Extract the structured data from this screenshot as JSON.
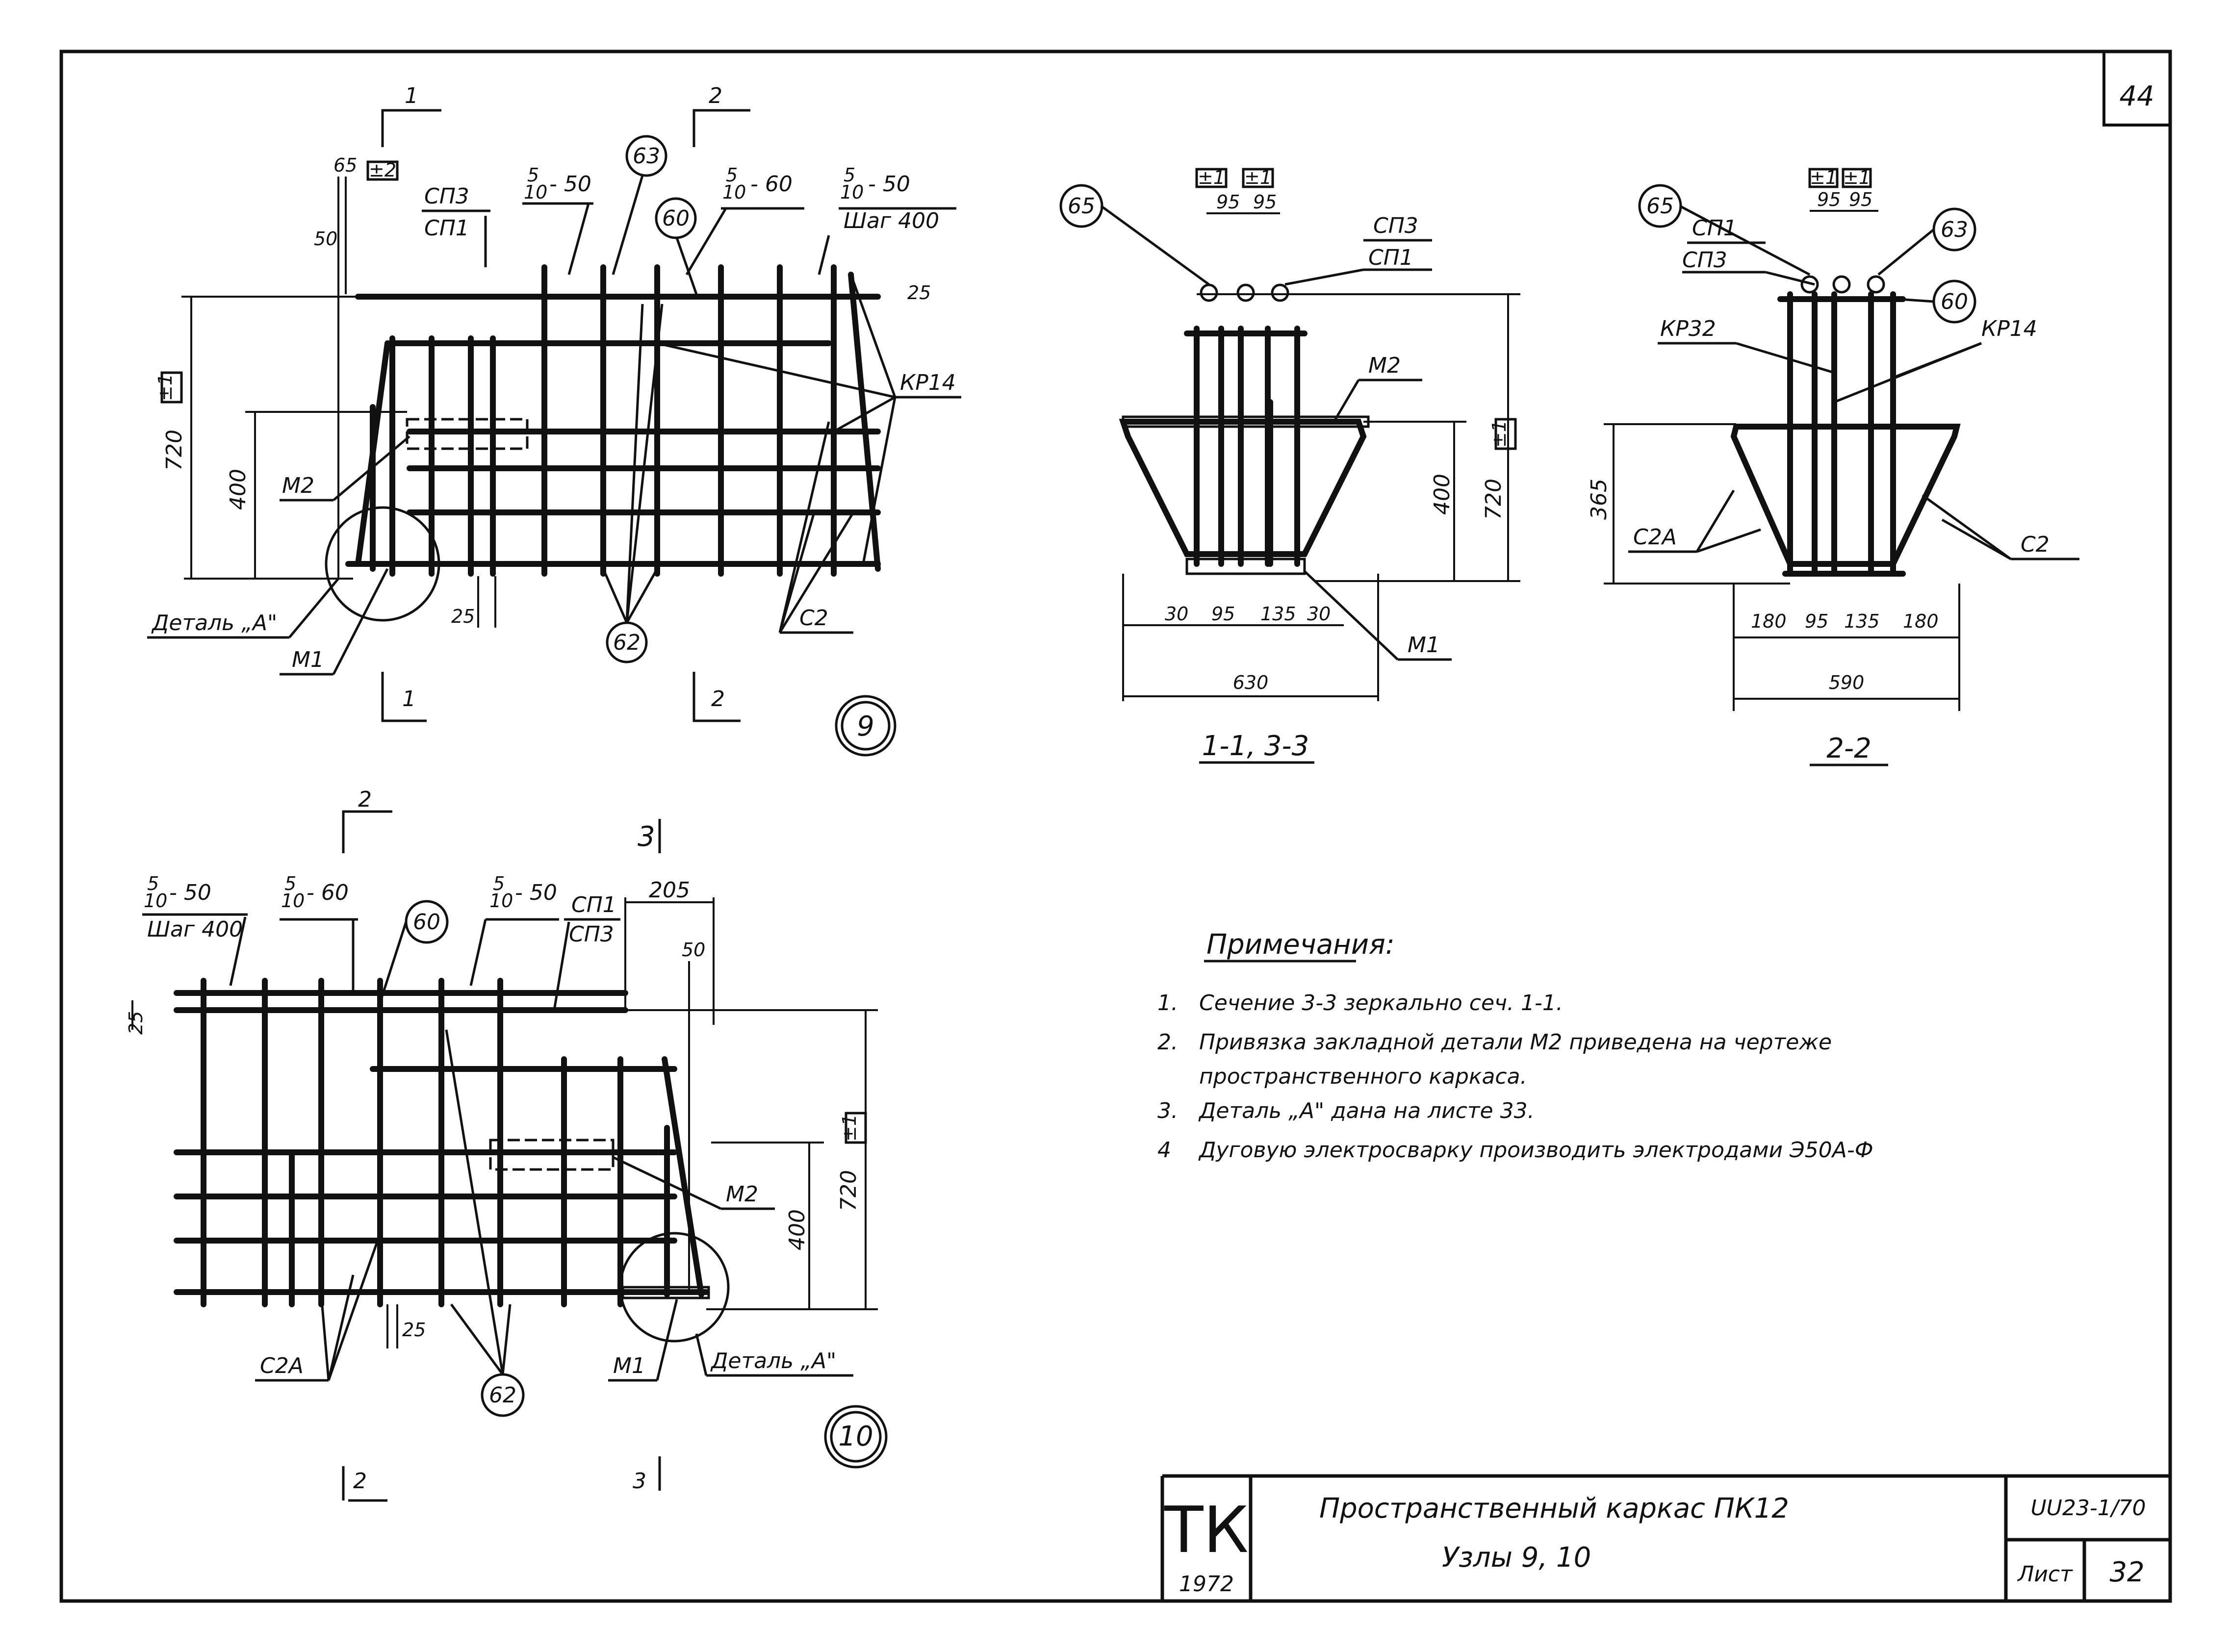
{
  "sheet_number": "44",
  "node9": {
    "node_label": "9",
    "section_top_1": "1",
    "section_top_2": "2",
    "section_bottom_1": "1",
    "section_bottom_2": "2",
    "dim_65": "65",
    "dim_50": "50",
    "dim_720": "720",
    "dim_400": "400",
    "dim_25_top": "25",
    "dim_25_bottom": "25",
    "tol_1": "±2",
    "tol_2": "±1",
    "bar_sp3": "СП3",
    "bar_sp1": "СП1",
    "spacing_1_num": "5",
    "spacing_1_den": "10",
    "spacing_1_val": "- 50",
    "spacing_2_num": "5",
    "spacing_2_den": "10",
    "spacing_2_val": "- 60",
    "spacing_3_num": "5",
    "spacing_3_den": "10",
    "spacing_3_val": "- 50",
    "spacing_3_step": "Шаг 400",
    "pos_63": "63",
    "pos_60": "60",
    "pos_62": "62",
    "kr14": "КР14",
    "m2": "М2",
    "m1": "М1",
    "c2": "С2",
    "detail_a": "Деталь „А\""
  },
  "node10": {
    "node_label": "10",
    "section_top_2": "2",
    "section_top_3": "3",
    "section_bottom_2": "2",
    "section_bottom_3": "3",
    "spacing_1_num": "5",
    "spacing_1_den": "10",
    "spacing_1_val": "- 50",
    "spacing_1_step": "Шаг 400",
    "spacing_2_num": "5",
    "spacing_2_den": "10",
    "spacing_2_val": "- 60",
    "spacing_3_num": "5",
    "spacing_3_den": "10",
    "spacing_3_val": "- 50",
    "bar_sp1": "СП1",
    "bar_sp3": "СП3",
    "dim_205": "205",
    "dim_50": "50",
    "dim_25_left": "25",
    "dim_25_bottom": "25",
    "dim_720": "720",
    "dim_400": "400",
    "tol": "±1",
    "pos_60": "60",
    "pos_62": "62",
    "m2": "М2",
    "m1": "М1",
    "c2a": "С2А",
    "detail_a": "Деталь „А\""
  },
  "section11": {
    "pos_65": "65",
    "tol_1": "±1",
    "tol_2": "±1",
    "dim_95a": "95",
    "dim_95b": "95",
    "bar_sp3": "СП3",
    "bar_sp1": "СП1",
    "m2": "М2",
    "m1": "М1",
    "dim_400": "400",
    "dim_720": "720",
    "tol_720": "±1",
    "dim_30a": "30",
    "dim_95": "95",
    "dim_135": "135",
    "dim_30b": "30",
    "dim_630": "630",
    "caption": "1-1, 3-3"
  },
  "section22": {
    "pos_65": "65",
    "pos_63": "63",
    "pos_60": "60",
    "tol_1": "±1",
    "tol_2": "±1",
    "dim_95a": "95",
    "dim_95b": "95",
    "bar_sp1": "СП1",
    "bar_sp3": "СП3",
    "kr32": "КР32",
    "kr14": "КР14",
    "dim_365": "365",
    "c2a": "С2А",
    "c2": "С2",
    "dim_180a": "180",
    "dim_95": "95",
    "dim_135": "135",
    "dim_180b": "180",
    "dim_590": "590",
    "caption": "2-2"
  },
  "notes": {
    "heading": "Примечания:",
    "items": [
      {
        "n": "1.",
        "text": "Сечение 3-3 зеркально сеч. 1-1."
      },
      {
        "n": "2.",
        "text": "Привязка закладной детали М2 приведена на чертеже"
      },
      {
        "n": "",
        "text": "пространственного каркаса."
      },
      {
        "n": "3.",
        "text": "Деталь „А\" дана на листе 33."
      },
      {
        "n": "4",
        "text": "Дуговую электросварку производить электродами Э50А-Ф"
      }
    ]
  },
  "title_block": {
    "logo": "ТК",
    "year": "1972",
    "title_line1": "Пространственный каркас ПК12",
    "title_line2": "Узлы 9, 10",
    "doc_code": "UU23-1/70",
    "sheet_label": "Лист",
    "sheet_no": "32"
  }
}
